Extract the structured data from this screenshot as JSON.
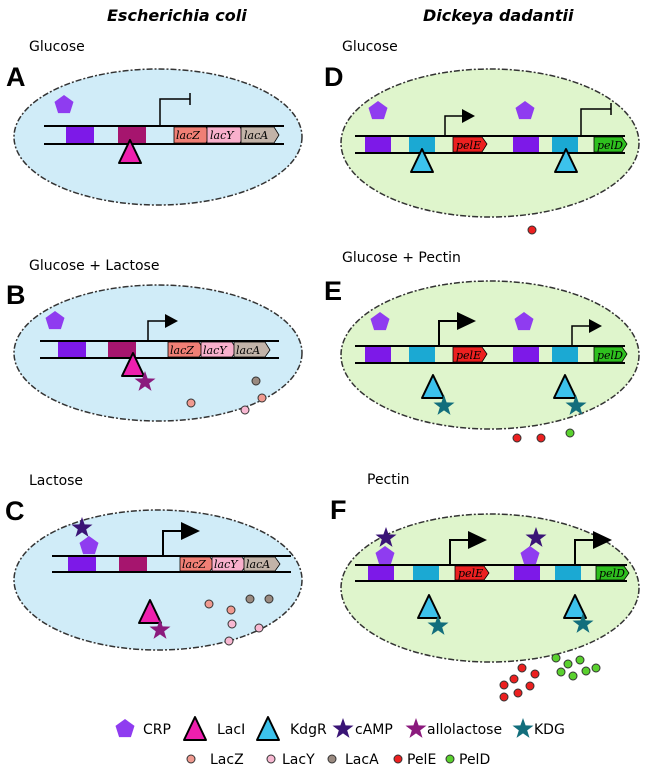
{
  "header": {
    "left": "Escherichia coli",
    "right": "Dickeya dadantii"
  },
  "panels": {
    "A": {
      "label": "A",
      "condition": "Glucose"
    },
    "B": {
      "label": "B",
      "condition": "Glucose + Lactose"
    },
    "C": {
      "label": "C",
      "condition": "Lactose"
    },
    "D": {
      "label": "D",
      "condition": "Glucose"
    },
    "E": {
      "label": "E",
      "condition": "Glucose + Pectin"
    },
    "F": {
      "label": "F",
      "condition": "Pectin"
    }
  },
  "genes": {
    "lacZ": "lacZ",
    "lacY": "lacY",
    "lacA": "lacA",
    "pelE": "pelE",
    "pelD": "pelD"
  },
  "legend": {
    "crp": "CRP",
    "laci": "LacI",
    "kdgr": "KdgR",
    "camp": "cAMP",
    "allolactose": "allolactose",
    "kdg": "KDG",
    "lacz": "LacZ",
    "lacy": "LacY",
    "laca": "LacA",
    "pele": "PelE",
    "peld": "PelD"
  },
  "colors": {
    "ecoli_cell": "#d0ecf8",
    "dickeya_cell": "#dff5cc",
    "crp": "#8f3cf0",
    "crp_site": "#7d19e8",
    "laci": "#ee1fae",
    "laci_site": "#a6156e",
    "kdgr": "#3cc2ec",
    "kdgr_site": "#1ba9d3",
    "camp": "#3a1476",
    "allolactose": "#8b1a7d",
    "kdg": "#126e7c",
    "lacZ": "#f07f75",
    "lacY": "#f8b0cc",
    "lacA": "#c2b3a8",
    "pelE": "#ec2020",
    "pelD": "#2ebf1e"
  }
}
